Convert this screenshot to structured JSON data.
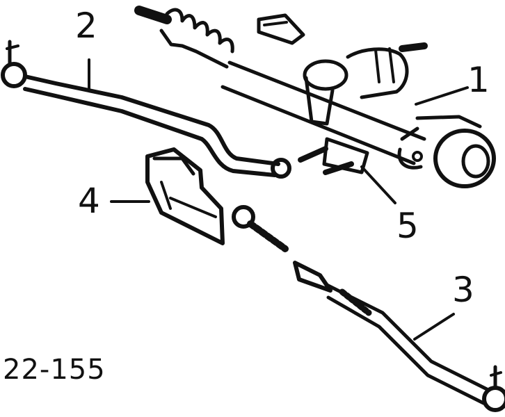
{
  "figure": {
    "reference_code": "22-155",
    "callouts": [
      "1",
      "2",
      "3",
      "4",
      "5"
    ],
    "ink_color": "#111111",
    "paper_color": "#ffffff"
  }
}
